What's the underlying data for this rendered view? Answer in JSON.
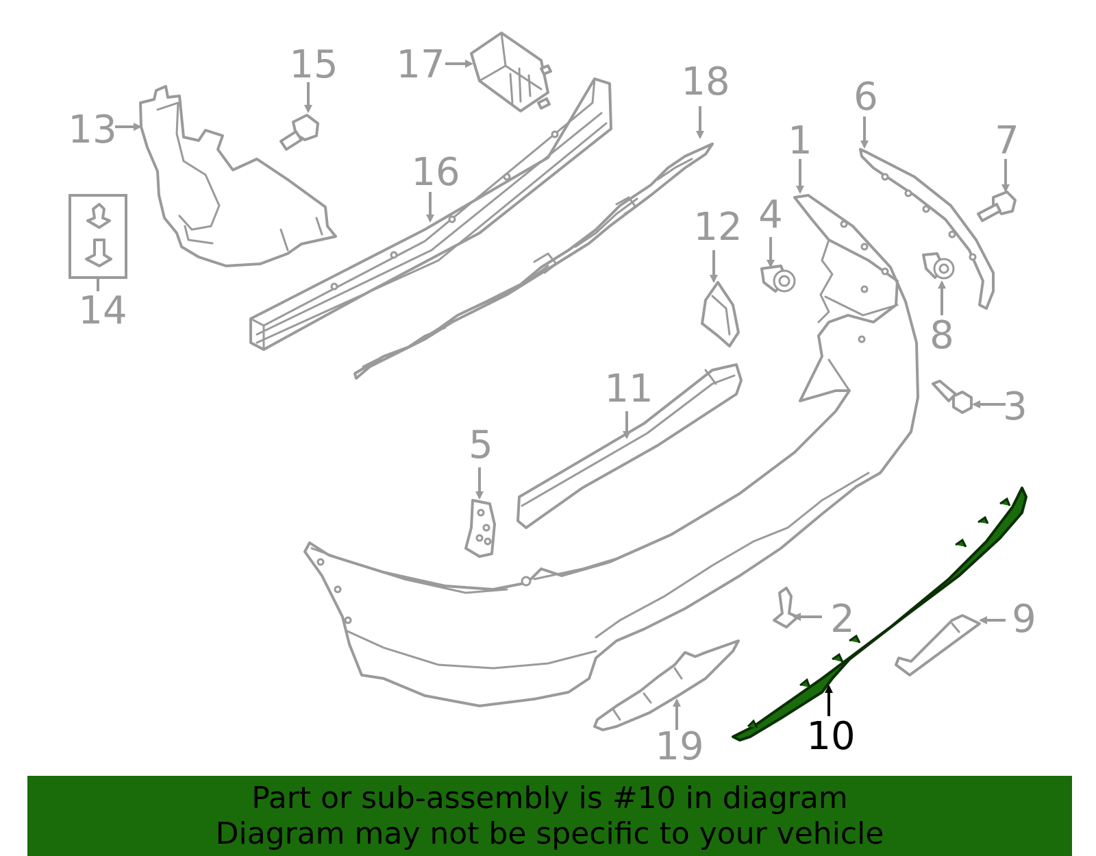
{
  "colors": {
    "highlight_fill": "#1a6c0b",
    "outline": "#9a9a9a",
    "banner_background": "#1a6c0b",
    "banner_text": "#000000"
  },
  "diagram": {
    "highlighted_part": "10",
    "callouts": [
      {
        "id": "c1",
        "label": "1"
      },
      {
        "id": "c2",
        "label": "2"
      },
      {
        "id": "c3",
        "label": "3"
      },
      {
        "id": "c4",
        "label": "4"
      },
      {
        "id": "c5",
        "label": "5"
      },
      {
        "id": "c6",
        "label": "6"
      },
      {
        "id": "c7",
        "label": "7"
      },
      {
        "id": "c8",
        "label": "8"
      },
      {
        "id": "c9",
        "label": "9"
      },
      {
        "id": "c10",
        "label": "10"
      },
      {
        "id": "c11",
        "label": "11"
      },
      {
        "id": "c12",
        "label": "12"
      },
      {
        "id": "c13",
        "label": "13"
      },
      {
        "id": "c14",
        "label": "14"
      },
      {
        "id": "c15",
        "label": "15"
      },
      {
        "id": "c16",
        "label": "16"
      },
      {
        "id": "c17",
        "label": "17"
      },
      {
        "id": "c18",
        "label": "18"
      },
      {
        "id": "c19",
        "label": "19"
      }
    ]
  },
  "banner": {
    "line1": "Part or sub-assembly is #10 in diagram",
    "line2": "Diagram may not be specific to your vehicle"
  }
}
